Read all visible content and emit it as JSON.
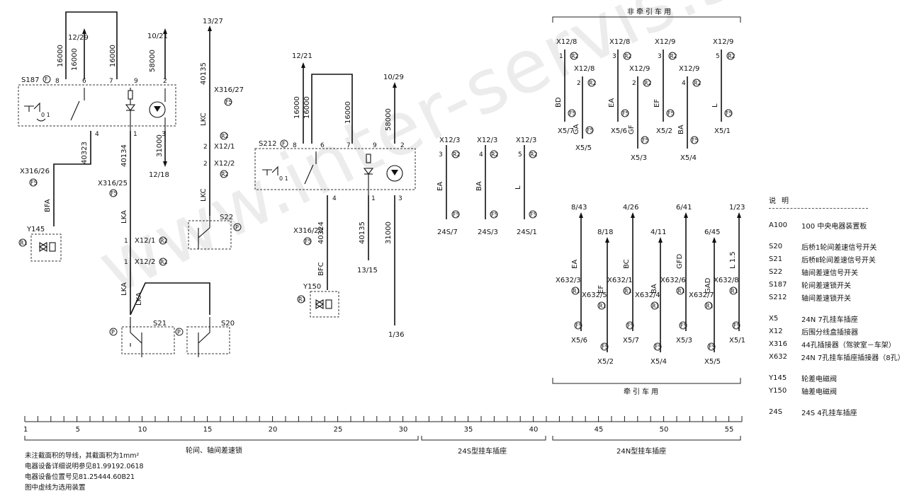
{
  "watermark": "www.inter-servis.su",
  "top_labels": {
    "non_tractor": "非牵引车用",
    "tractor": "牵引车用"
  },
  "components": {
    "s187": {
      "id": "S187",
      "pins": [
        "8",
        "6",
        "7",
        "9",
        "2",
        "3",
        "1",
        "4"
      ]
    },
    "s212": {
      "id": "S212",
      "pins": [
        "8",
        "6",
        "7",
        "9",
        "2",
        "3",
        "1",
        "4"
      ]
    },
    "s21": "S21",
    "s20": "S20",
    "s22": "S22",
    "y145": "Y145",
    "y150": "Y150"
  },
  "circuit_labels": {
    "c1": [
      "12/29",
      "16000",
      "16000",
      "16000",
      "10/21",
      "58000",
      "31000",
      "12/18",
      "40323",
      "X316/26",
      "BFA",
      "40134",
      "X316/25",
      "LKA",
      "X12/1",
      "X12/2",
      "LKA",
      "LKA"
    ],
    "c2": [
      "13/27",
      "40135",
      "X316/27",
      "LKC",
      "X12/1",
      "X12/2",
      "LKC"
    ],
    "c3": [
      "12/21",
      "16000",
      "16000",
      "16000",
      "10/29",
      "58000",
      "40324",
      "X316/28",
      "BFC",
      "40135",
      "31000",
      "13/15",
      "1/36"
    ]
  },
  "socket_24s": [
    {
      "conn": "X12/3",
      "pin": "3",
      "wire": "EA",
      "dest": "24S/7"
    },
    {
      "conn": "X12/3",
      "pin": "4",
      "wire": "BA",
      "dest": "24S/3"
    },
    {
      "conn": "X12/3",
      "pin": "5",
      "wire": "L",
      "dest": "24S/1"
    }
  ],
  "non_tractor_wires": [
    {
      "conn": "X12/8",
      "pin": "1",
      "wire": "BD",
      "dest": "X5/7"
    },
    {
      "conn": "X12/8",
      "pin": "2",
      "wire": "GA",
      "dest": "X5/5"
    },
    {
      "conn": "X12/8",
      "pin": "3",
      "wire": "EA",
      "dest": "X5/6"
    },
    {
      "conn": "X12/9",
      "pin": "2",
      "wire": "GF",
      "dest": "X5/3"
    },
    {
      "conn": "X12/9",
      "pin": "3",
      "wire": "EF",
      "dest": "X5/2"
    },
    {
      "conn": "X12/9",
      "pin": "4",
      "wire": "BA",
      "dest": "X5/4"
    },
    {
      "conn": "X12/9",
      "pin": "5",
      "wire": "L",
      "dest": "X5/1"
    }
  ],
  "tractor_wires": [
    {
      "src": "8/43",
      "wire": "EA",
      "conn": "X632/3",
      "dest": "X5/6"
    },
    {
      "src": "8/18",
      "wire": "EF",
      "conn": "X632/5",
      "dest": "X5/2"
    },
    {
      "src": "4/26",
      "wire": "BC",
      "conn": "X632/1",
      "dest": "X5/7"
    },
    {
      "src": "4/11",
      "wire": "BA",
      "conn": "X632/4",
      "dest": "X5/4"
    },
    {
      "src": "6/41",
      "wire": "GFD",
      "conn": "X632/6",
      "dest": "X5/3"
    },
    {
      "src": "6/45",
      "wire": "GAD",
      "conn": "X632/7",
      "dest": "X5/5"
    },
    {
      "src": "1/23",
      "wire": "L 1.5",
      "conn": "X632/8",
      "dest": "X5/1"
    }
  ],
  "ruler": {
    "labels": [
      "1",
      "5",
      "10",
      "15",
      "20",
      "25",
      "30",
      "35",
      "40",
      "45",
      "50",
      "55"
    ],
    "sections": [
      "轮间、轴间差速锁",
      "24S型挂车插座",
      "24N型挂车插座"
    ]
  },
  "legend": {
    "title": "说明",
    "items": [
      {
        "code": "A100",
        "desc": "100 中央电器装置板"
      },
      {
        "code": "S20",
        "desc": "后桥1轮间差速信号开关"
      },
      {
        "code": "S21",
        "desc": "后桥Ⅱ轮间差速信号开关"
      },
      {
        "code": "S22",
        "desc": "轴间差速信号开关"
      },
      {
        "code": "S187",
        "desc": "轮间差速锁开关"
      },
      {
        "code": "S212",
        "desc": "轴间差速锁开关"
      },
      {
        "code": "X5",
        "desc": "24N 7孔挂车插座"
      },
      {
        "code": "X12",
        "desc": "后围分线盒插接器"
      },
      {
        "code": "X316",
        "desc": "44孔插接器（驾驶室－车架）"
      },
      {
        "code": "X632",
        "desc": "24N 7孔挂车插座插接器（8孔）"
      },
      {
        "code": "Y145",
        "desc": "轮差电磁阀"
      },
      {
        "code": "Y150",
        "desc": "轴差电磁阀"
      },
      {
        "code": "24S",
        "desc": "24S 4孔挂车插座"
      }
    ]
  },
  "notes": [
    "未注截面积的导线，其截面积为1mm²",
    "电器设备详细说明参见81.99192.0618",
    "电器设备位置号见81.25444.60B21",
    "图中虚线为选用装置"
  ]
}
